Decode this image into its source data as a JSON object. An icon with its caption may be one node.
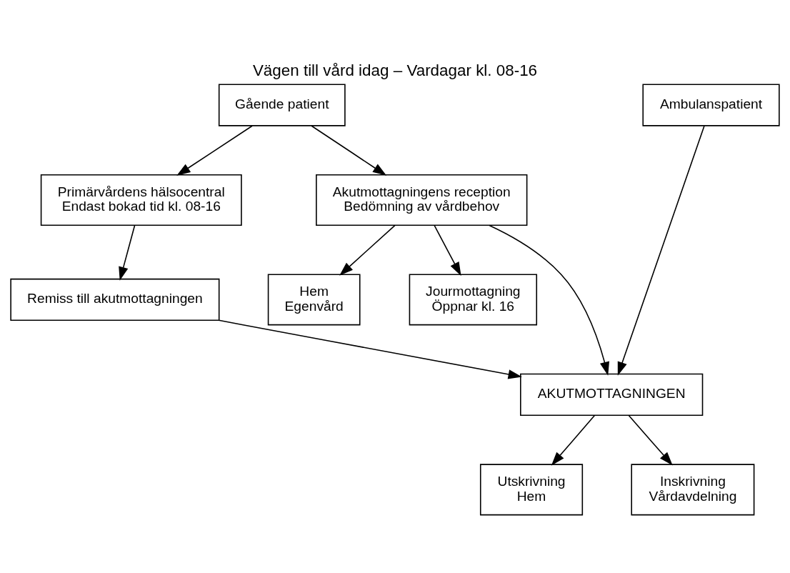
{
  "diagram": {
    "title": "Vägen till vård idag – Vardagar kl. 08-16",
    "nodes": [
      {
        "text": [
          "Gående patient"
        ]
      },
      {
        "text": [
          "Ambulanspatient"
        ]
      },
      {
        "text": [
          "Primärvårdens hälsocentral",
          "Endast bokad tid kl. 08-16"
        ]
      },
      {
        "text": [
          "Akutmottagningens reception",
          "Bedömning av vårdbehov"
        ]
      },
      {
        "text": [
          "Hem",
          "Egenvård"
        ]
      },
      {
        "text": [
          "Jourmottagning",
          "Öppnar kl. 16"
        ]
      },
      {
        "text": [
          "Remiss till akutmottagningen"
        ]
      },
      {
        "text": [
          "AKUTMOTTAGNINGEN"
        ]
      },
      {
        "text": [
          "Utskrivning",
          "Hem"
        ]
      },
      {
        "text": [
          "Inskrivning",
          "Vårdavdelning"
        ]
      }
    ],
    "edges": [
      {
        "from": 0,
        "to": 2,
        "arrow": "to"
      },
      {
        "from": 0,
        "to": 3,
        "arrow": "to"
      },
      {
        "from": 3,
        "to": 4,
        "arrow": "to"
      },
      {
        "from": 3,
        "to": 5,
        "arrow": "to"
      },
      {
        "from": 2,
        "to": 6,
        "arrow": "to"
      },
      {
        "from": 3,
        "to": 7,
        "arrow": "to"
      },
      {
        "from": 6,
        "to": 7,
        "arrow": "to"
      },
      {
        "from": 1,
        "to": 7,
        "arrow": "to"
      },
      {
        "from": 7,
        "to": 8,
        "arrow": "to"
      },
      {
        "from": 7,
        "to": 9,
        "arrow": "to"
      }
    ]
  }
}
